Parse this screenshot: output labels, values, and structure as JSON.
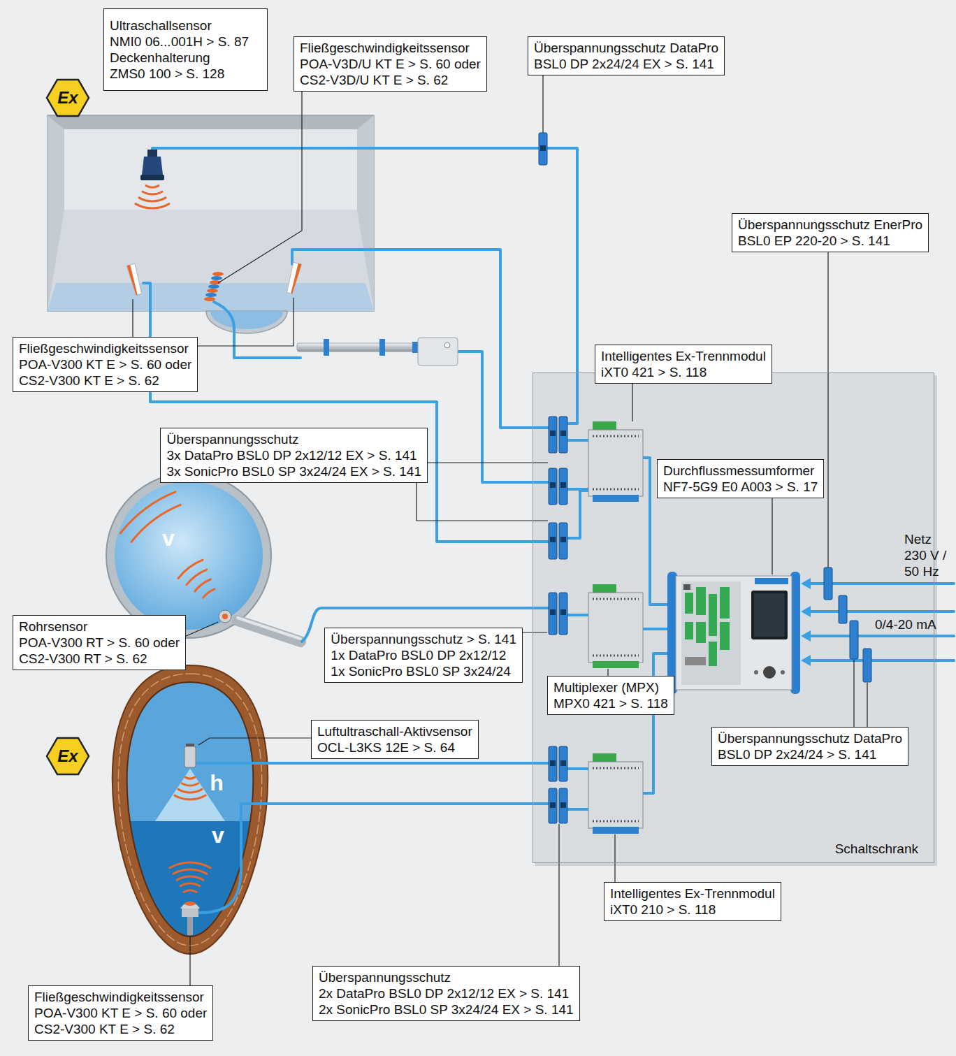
{
  "diagram": {
    "nodes": [
      {
        "text": [
          "Ultraschallsensor",
          "NMI0 06...001H > S. 87",
          "Deckenhalterung",
          "ZMS0 100 > S. 128"
        ]
      },
      {
        "text": [
          "Fließgeschwindigkeitssensor",
          "POA-V3D/U KT E > S. 60 oder",
          "CS2-V3D/U KT E > S. 62"
        ]
      },
      {
        "text": [
          "Überspannungsschutz DataPro",
          "BSL0 DP 2x24/24 EX > S. 141"
        ]
      },
      {
        "text": [
          "Überspannungsschutz EnerPro",
          "BSL0 EP 220-20 > S. 141"
        ]
      },
      {
        "text": [
          "Fließgeschwindigkeitssensor",
          "POA-V300 KT E > S. 60 oder",
          "CS2-V300 KT E > S. 62"
        ]
      },
      {
        "text": [
          "Intelligentes Ex-Trennmodul",
          "iXT0 421 > S. 118"
        ]
      },
      {
        "text": [
          "Schaltschrank"
        ]
      },
      {
        "text": [
          "Überspannungsschutz",
          "3x DataPro BSL0 DP 2x12/12 EX > S. 141",
          "3x SonicPro BSL0 SP 3x24/24 EX > S. 141"
        ]
      },
      {
        "text": [
          "Durchflussmessumformer",
          "NF7-5G9 E0 A003 > S. 17"
        ],
        "in": 6
      },
      {
        "text": [
          "Rohrsensor",
          "POA-V300 RT > S. 60 oder",
          "CS2-V300 RT > S. 62"
        ]
      },
      {
        "text": [
          "Überspannungsschutz > S. 141",
          "1x DataPro BSL0 DP 2x12/12",
          "1x SonicPro BSL0 SP 3x24/24"
        ]
      },
      {
        "text": [
          "Multiplexer (MPX)",
          "MPX0 421 > S. 118"
        ],
        "in": 6
      },
      {
        "text": [
          "Luftultraschall-Aktivsensor",
          "OCL-L3KS 12E > S. 64"
        ]
      },
      {
        "text": [
          "Überspannungsschutz DataPro",
          "BSL0 DP 2x24/24 > S. 141"
        ],
        "in": 6
      },
      {
        "text": [
          "Intelligentes Ex-Trennmodul",
          "iXT0 210 > S. 118"
        ]
      },
      {
        "text": [
          "Überspannungsschutz",
          "2x DataPro BSL0 DP 2x12/12 EX > S. 141",
          "2x SonicPro BSL0 SP 3x24/24 EX > S. 141"
        ]
      },
      {
        "text": [
          "Fließgeschwindigkeitssensor",
          "POA-V300 KT E > S. 60 oder",
          "CS2-V300 KT E > S. 62"
        ]
      }
    ],
    "labels": [
      "Ex",
      "v",
      "Netz 230 V / 50 Hz",
      "0/4-20 mA",
      "Ex",
      "h",
      "v"
    ]
  }
}
